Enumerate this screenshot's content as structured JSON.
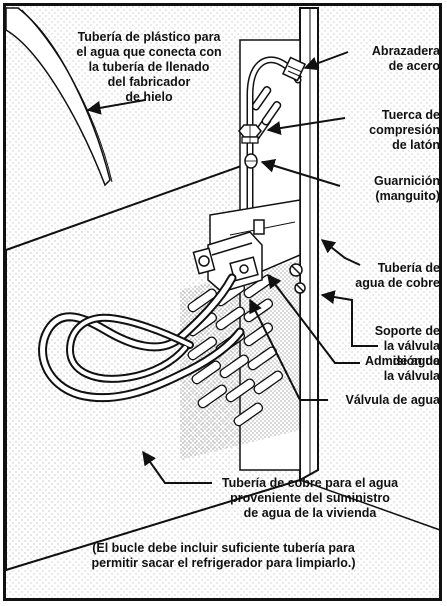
{
  "labels": {
    "plastic_tube": "Tubería de plástico para\nel agua que conecta con\nla tubería de llenado\ndel fabricador\nde hielo",
    "steel_clamp": "Abrazadera\nde acero",
    "compression_nut": "Tuerca de\ncompresión\nde latón",
    "ferrule": "Guarnición\n(manguito)",
    "copper_tube": "Tubería de\nagua de cobre",
    "valve_bracket": "Soporte de\nla válvula\nde agua",
    "valve_inlet": "Admisión de\nla válvula",
    "water_valve": "Válvula de agua",
    "supply_tube": "Tubería de cobre para el agua\nproveniente del suministro\nde agua de la vivienda",
    "loop_note": "(El bucle debe incluir suficiente tubería para\npermitir sacar el refrigerador para limpiarlo.)"
  },
  "colors": {
    "ink": "#111111",
    "stipple": "#9a9a9a"
  }
}
